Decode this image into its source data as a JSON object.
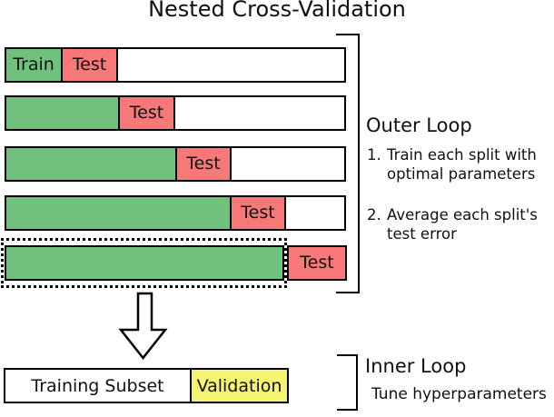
{
  "title": "Nested Cross-Validation",
  "colors": {
    "train_fill": "#70c07e",
    "test_fill": "#f77878",
    "validation_fill": "#f4f473",
    "empty_fill": "#ffffff",
    "outline": "#000000"
  },
  "labels": {
    "train": "Train",
    "test": "Test"
  },
  "outer_loop": {
    "heading": "Outer Loop",
    "items": [
      {
        "num": "1.",
        "text": "Train each split with\noptimal parameters"
      },
      {
        "num": "2.",
        "text": "Average each split's\ntest error"
      }
    ]
  },
  "inner_loop": {
    "heading": "Inner Loop",
    "subtext": "Tune hyperparameters"
  },
  "final_bar": {
    "train_label": "Training Subset",
    "validation_label": "Validation"
  },
  "folds": [
    {
      "fold": 1,
      "test_slot": 1
    },
    {
      "fold": 2,
      "test_slot": 2
    },
    {
      "fold": 3,
      "test_slot": 3
    },
    {
      "fold": 4,
      "test_slot": 4
    },
    {
      "fold": 5,
      "test_slot": 5
    }
  ]
}
